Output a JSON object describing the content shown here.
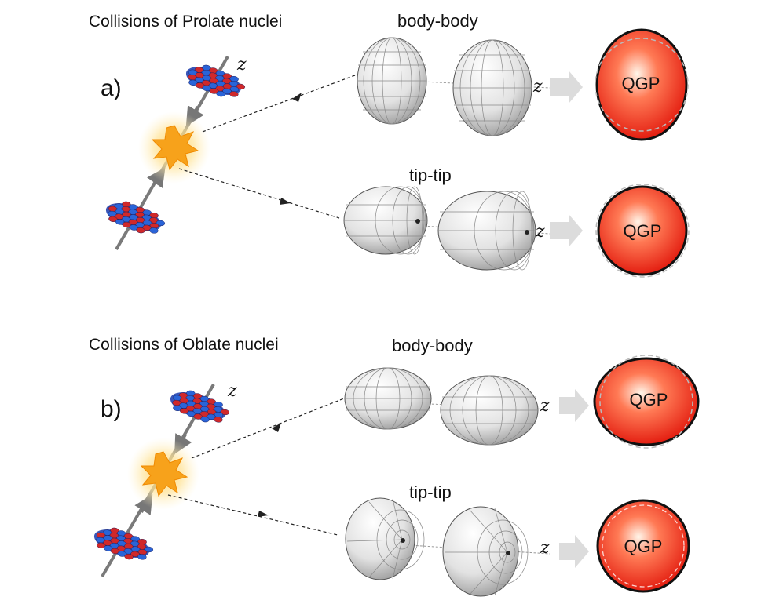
{
  "panel_a": {
    "title": "Collisions of Prolate nuclei",
    "label": "a)",
    "upper_config": "body-body",
    "lower_config": "tip-tip",
    "axis_label": "z",
    "result_label": "QGP"
  },
  "panel_b": {
    "title": "Collisions of Oblate nuclei",
    "label": "b)",
    "upper_config": "body-body",
    "lower_config": "tip-tip",
    "axis_label": "z",
    "result_label": "QGP"
  },
  "colors": {
    "qgp_fill": "#e8150f",
    "qgp_center": "#fff5e8",
    "nucleon_red": "#d0282a",
    "nucleon_blue": "#2a64d8",
    "flash": "#f7a21b",
    "nucleus_gray": "#eeeeee",
    "arrow_gray": "#dcdcdc"
  }
}
